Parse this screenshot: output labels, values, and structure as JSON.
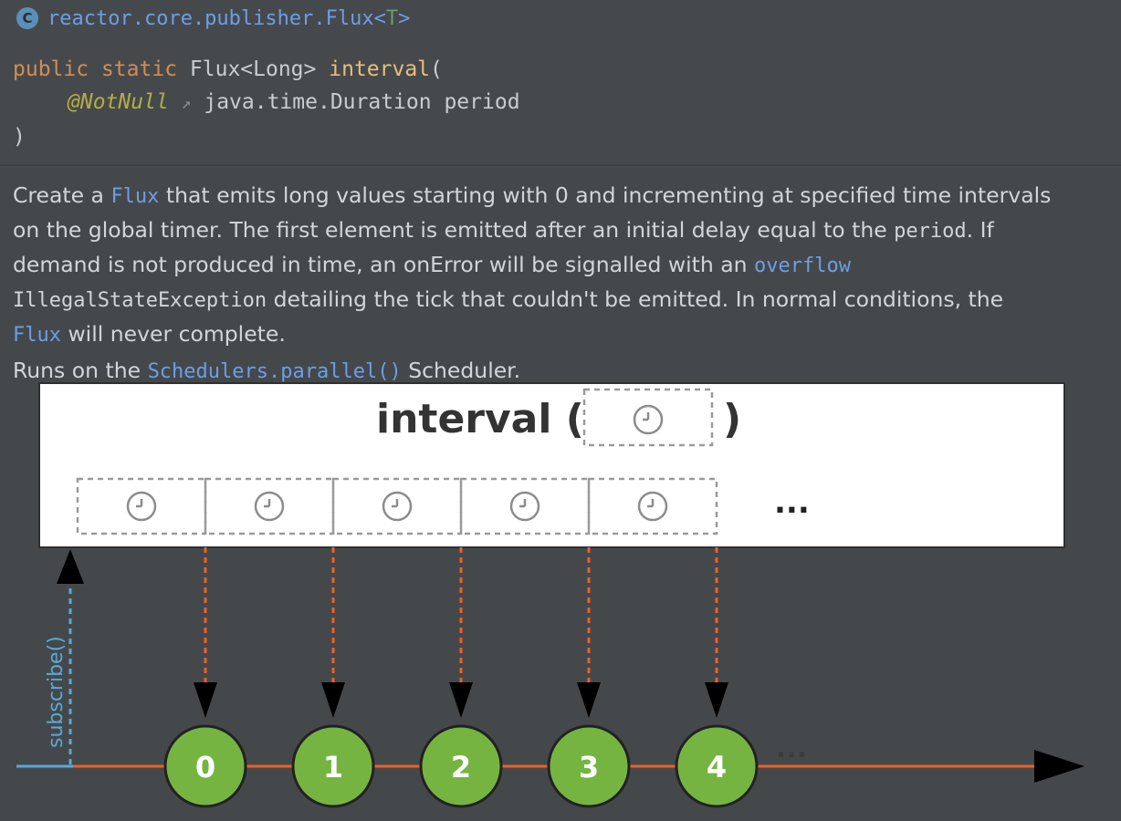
{
  "header": {
    "class_badge": "C",
    "class_name": "reactor.core.publisher.Flux<",
    "class_generic": "T",
    "class_close": ">",
    "signature": {
      "kw_public": "public",
      "kw_static": "static",
      "return_type": "Flux<Long>",
      "method_name": "interval",
      "open_paren": "(",
      "annotation": "@NotNull",
      "link_arrow": "↗",
      "param_type": "java.time.Duration",
      "param_name": "period",
      "close_paren": ")"
    }
  },
  "description": {
    "line1_a": "Create a ",
    "line1_flux": "Flux",
    "line1_b": " that emits long values starting with 0 and incrementing at specified time intervals",
    "line2_a": "on the global timer. The first element is emitted after an initial delay equal to the ",
    "line2_period": "period",
    "line2_b": ". If",
    "line3_a": "demand is not produced in time, an onError will be signalled with an ",
    "line3_overflow": "overflow",
    "line4_code": "IllegalStateException",
    "line4_b": " detailing the tick that couldn't be emitted. In normal conditions, the",
    "line5_flux": "Flux",
    "line5_b": " will never complete.",
    "line6_a": "Runs on the ",
    "line6_sched": "Schedulers.parallel()",
    "line6_b": " Scheduler."
  },
  "diagram": {
    "operator_title": "interval (",
    "operator_close": ")",
    "ticks_ellipsis": "...",
    "subscribe_label": "subscribe()",
    "emitted_values": [
      "0",
      "1",
      "2",
      "3",
      "4"
    ],
    "timeline_ellipsis": "...",
    "colors": {
      "box_bg": "#ffffff",
      "marble_fill": "#76b442",
      "timeline": "#e8622a",
      "subscribe": "#5aa9d6",
      "arrow": "#000000"
    }
  }
}
